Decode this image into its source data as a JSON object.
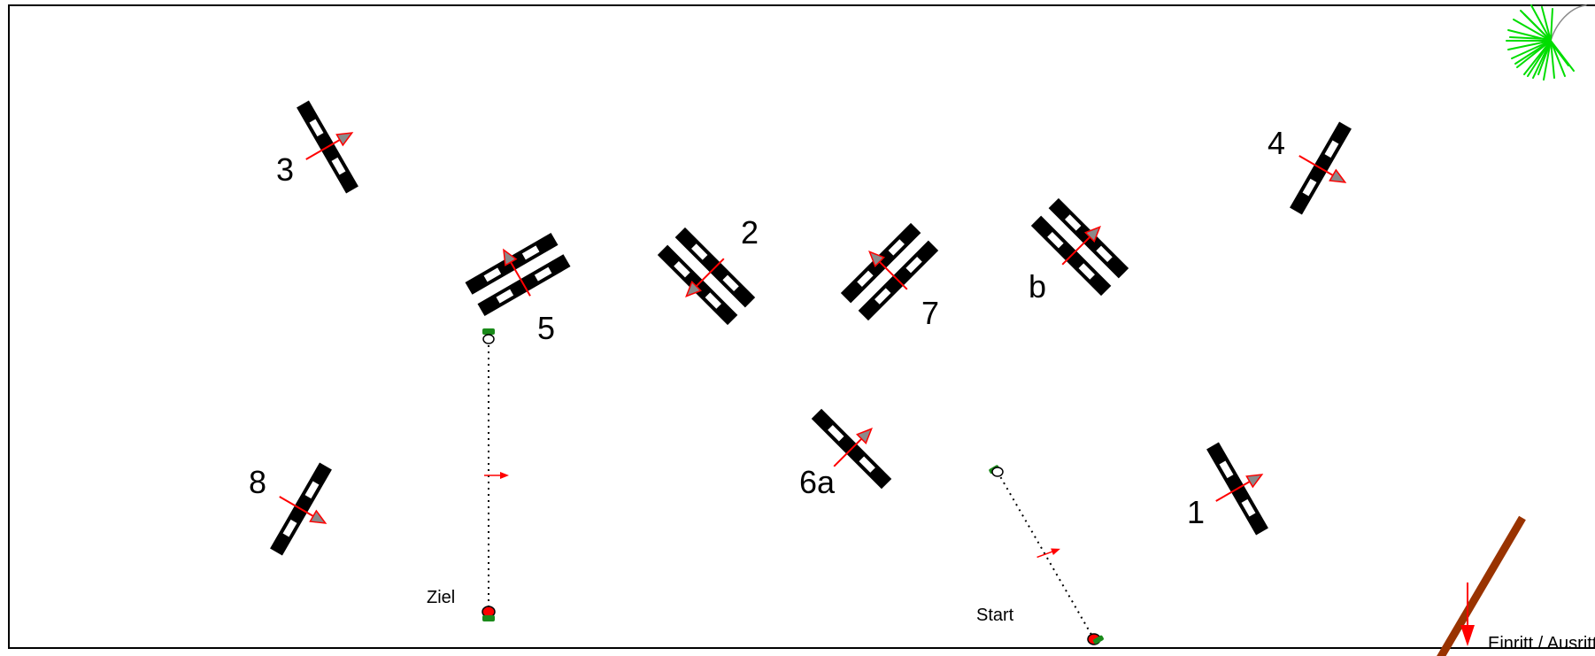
{
  "obstacles": {
    "o1": "1",
    "o2": "2",
    "o3": "3",
    "o4": "4",
    "o5": "5",
    "o6a": "6a",
    "o7": "7",
    "o8": "8",
    "ob": "b"
  },
  "labels": {
    "start": "Start",
    "finish": "Ziel",
    "entry": "Einritt / Ausritt"
  },
  "colors": {
    "pole": "#000000",
    "pole_stripe": "#ffffff",
    "direction_arrow": "#ff0000",
    "arrow_head_fill": "#8a8a8a",
    "flag_red": "#ff0000",
    "flag_green": "#1a8a1a",
    "entry_pole": "#993300",
    "tree": "#00dd00"
  }
}
